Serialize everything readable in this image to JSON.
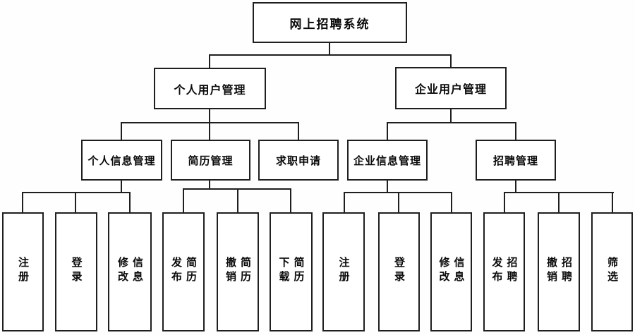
{
  "diagram": {
    "type": "hierarchy-chart",
    "line_color": "#1f1f1f",
    "box_background": "#ffffff",
    "tree": {
      "label": "网上招聘系统",
      "children": [
        {
          "label": "个人用户管理",
          "children": [
            {
              "label": "个人信息管理",
              "children": [
                {
                  "label": "注册"
                },
                {
                  "label": "登录"
                },
                {
                  "label": "修改信息"
                }
              ]
            },
            {
              "label": "简历管理",
              "children": [
                {
                  "label": "发布简历"
                },
                {
                  "label": "撤销简历"
                },
                {
                  "label": "下载简历"
                }
              ]
            },
            {
              "label": "求职申请",
              "children": []
            }
          ]
        },
        {
          "label": "企业用户管理",
          "children": [
            {
              "label": "企业信息管理",
              "children": [
                {
                  "label": "注册"
                },
                {
                  "label": "登录"
                },
                {
                  "label": "修改信息"
                }
              ]
            },
            {
              "label": "招聘管理",
              "children": [
                {
                  "label": "发布招聘"
                },
                {
                  "label": "撤销招聘"
                },
                {
                  "label": "筛选"
                }
              ]
            }
          ]
        }
      ]
    }
  }
}
